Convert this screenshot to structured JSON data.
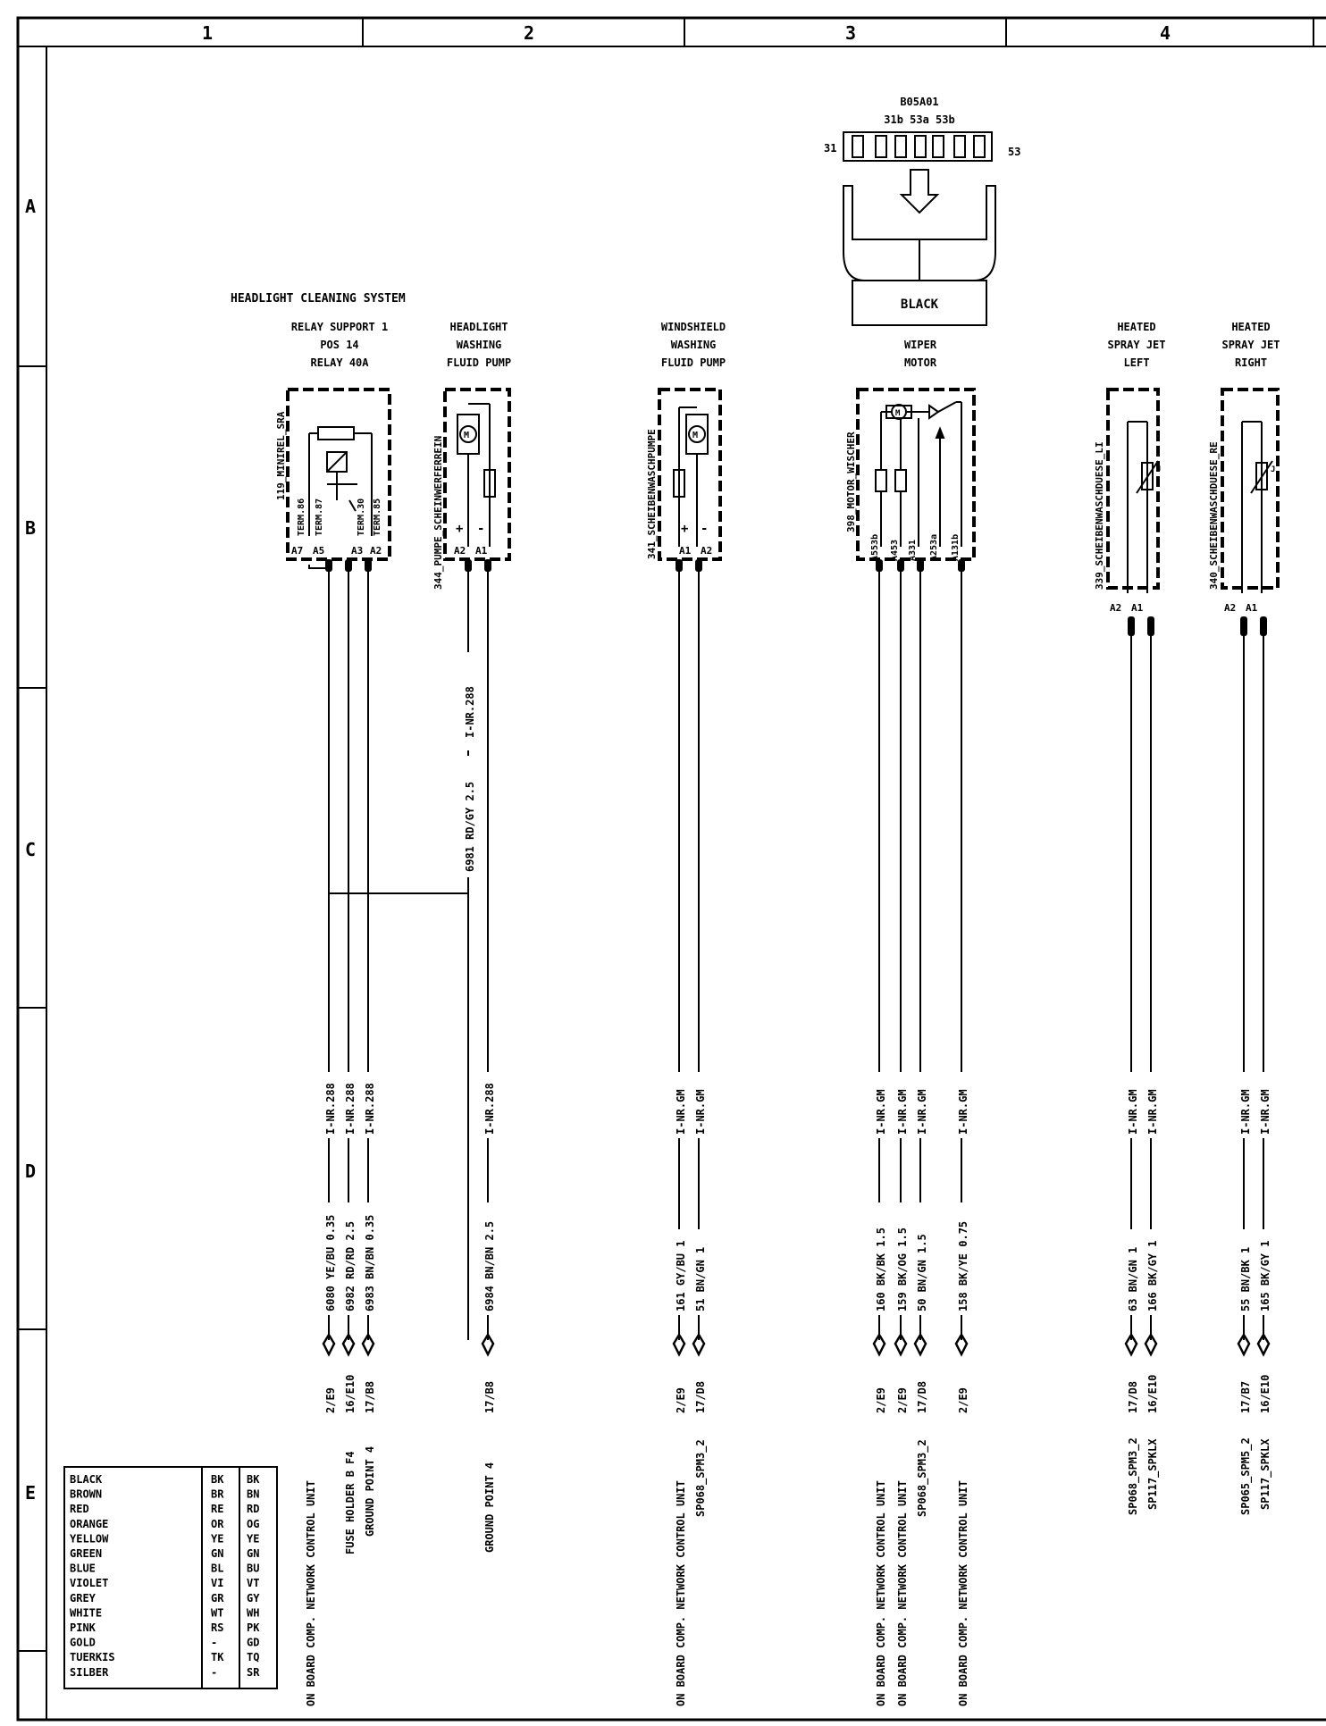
{
  "frame": {
    "columns": [
      "1",
      "2",
      "3",
      "4"
    ],
    "rows": [
      "A",
      "B",
      "C",
      "D",
      "E"
    ]
  },
  "connector": {
    "id": "B05A01",
    "pins": "31b 53a 53b",
    "left_pin": "31",
    "right_pin": "53",
    "housing_color": "BLACK"
  },
  "system_title": "HEADLIGHT CLEANING SYSTEM",
  "components": [
    {
      "key": "relay",
      "title": [
        "RELAY SUPPORT 1",
        "POS 14",
        "RELAY 40A"
      ],
      "tag": "119_MINIREL_SRA",
      "terminals": [
        "TERM.86",
        "TERM.87",
        "TERM.30",
        "TERM.85"
      ],
      "pins": [
        "A7",
        "A5",
        "A3",
        "A2"
      ]
    },
    {
      "key": "headlight-pump",
      "title": [
        "HEADLIGHT",
        "WASHING",
        "FLUID PUMP"
      ],
      "tag": "344_PUMPE_SCHEINWERFERREIN",
      "polarity": [
        "+",
        "-"
      ],
      "pins": [
        "A2",
        "A1"
      ]
    },
    {
      "key": "windshield-pump",
      "title": [
        "WINDSHIELD",
        "WASHING",
        "FLUID PUMP"
      ],
      "tag": "341_SCHEIBENWASCHPUMPE",
      "polarity": [
        "+",
        "-"
      ],
      "pins": [
        "A1",
        "A2"
      ]
    },
    {
      "key": "wiper-motor",
      "title": [
        "WIPER",
        "MOTOR"
      ],
      "tag": "398_MOTOR_WISCHER",
      "pins": [
        "A553b",
        "A453",
        "A331",
        "A253a",
        "A131b"
      ]
    },
    {
      "key": "spray-jet-left",
      "title": [
        "HEATED",
        "SPRAY JET",
        "LEFT"
      ],
      "tag": "339_SCHEIBENWASCHDUESE_LI",
      "pins": [
        "A2",
        "A1"
      ]
    },
    {
      "key": "spray-jet-right",
      "title": [
        "HEATED",
        "SPRAY JET",
        "RIGHT"
      ],
      "tag": "340_SCHEIBENWASCHDUESE_RE",
      "pins": [
        "A2",
        "A1"
      ]
    }
  ],
  "cross_wire_label": "6981 RD/GY 2.5",
  "cross_wire_inr": "I-NR.288",
  "wires": [
    {
      "inr": "I-NR.288",
      "label": "6080 YE/BU 0.35"
    },
    {
      "inr": "I-NR.288",
      "label": "6982 RD/RD 2.5"
    },
    {
      "inr": "I-NR.288",
      "label": "6983 BN/BN 0.35"
    },
    {
      "inr": "I-NR.288",
      "label": "6984 BN/BN 2.5"
    },
    {
      "inr": "I-NR.GM",
      "label": "161 GY/BU 1"
    },
    {
      "inr": "I-NR.GM",
      "label": "51 BN/GN 1"
    },
    {
      "inr": "I-NR.GM",
      "label": "160 BK/BK 1.5"
    },
    {
      "inr": "I-NR.GM",
      "label": "159 BK/OG 1.5"
    },
    {
      "inr": "I-NR.GM",
      "label": "50 BN/GN 1.5"
    },
    {
      "inr": "I-NR.GM",
      "label": "158 BK/YE 0.75"
    },
    {
      "inr": "I-NR.GM",
      "label": "63 BN/GN 1"
    },
    {
      "inr": "I-NR.GM",
      "label": "166 BK/GY 1"
    },
    {
      "inr": "I-NR.GM",
      "label": "55 BN/BK 1"
    },
    {
      "inr": "I-NR.GM",
      "label": "165 BK/GY 1"
    }
  ],
  "destinations": [
    {
      "text": "ON BOARD COMP. NETWORK CONTROL UNIT",
      "ref": "2/E9"
    },
    {
      "text": "FUSE HOLDER B  F4",
      "ref": "16/E10"
    },
    {
      "text": "GROUND POINT 4",
      "ref": "17/B8"
    },
    {
      "text": "GROUND POINT 4",
      "ref": "17/B8"
    },
    {
      "text": "ON BOARD COMP. NETWORK CONTROL UNIT",
      "ref": "2/E9"
    },
    {
      "text": "SP068_SPM3_2",
      "ref": "17/D8"
    },
    {
      "text": "ON BOARD COMP. NETWORK CONTROL UNIT",
      "ref": "2/E9"
    },
    {
      "text": "ON BOARD COMP. NETWORK CONTROL UNIT",
      "ref": "2/E9"
    },
    {
      "text": "SP068_SPM3_2",
      "ref": "17/D8"
    },
    {
      "text": "ON BOARD COMP. NETWORK CONTROL UNIT",
      "ref": "2/E9"
    },
    {
      "text": "SP068_SPM3_2",
      "ref": "17/D8"
    },
    {
      "text": "SP117_SPKLX",
      "ref": "16/E10"
    },
    {
      "text": "SP065_SPM5_2",
      "ref": "17/B7"
    },
    {
      "text": "SP117_SPKLX",
      "ref": "16/E10"
    }
  ],
  "legend": [
    [
      "BLACK",
      "BK",
      "BK"
    ],
    [
      "BROWN",
      "BR",
      "BN"
    ],
    [
      "RED",
      "RE",
      "RD"
    ],
    [
      "ORANGE",
      "OR",
      "OG"
    ],
    [
      "YELLOW",
      "YE",
      "YE"
    ],
    [
      "GREEN",
      "GN",
      "GN"
    ],
    [
      "BLUE",
      "BL",
      "BU"
    ],
    [
      "VIOLET",
      "VI",
      "VT"
    ],
    [
      "GREY",
      "GR",
      "GY"
    ],
    [
      "WHITE",
      "WT",
      "WH"
    ],
    [
      "PINK",
      "RS",
      "PK"
    ],
    [
      "GOLD",
      "-",
      "GD"
    ],
    [
      "TUERKIS",
      "TK",
      "TQ"
    ],
    [
      "SILBER",
      "-",
      "SR"
    ]
  ]
}
